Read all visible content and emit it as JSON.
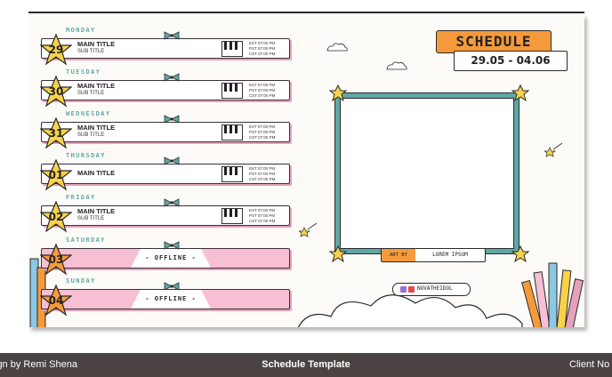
{
  "colors": {
    "teal": "#5fa8a6",
    "pink": "#f6bfd3",
    "orange": "#f59a3c",
    "star": "#f8d34a",
    "footer": "#4a4341"
  },
  "schedule": {
    "title": "SCHEDULE",
    "dates": "29.05 - 04.06"
  },
  "days": [
    {
      "label": "MONDAY",
      "num": "29",
      "main": "MAIN TITLE",
      "sub": "SUB TITLE",
      "times": [
        "EST 07:00 PM",
        "PST 07:00 PM",
        "CST 07:00 PM"
      ]
    },
    {
      "label": "TUESDAY",
      "num": "30",
      "main": "MAIN TITLE",
      "sub": "SUB TITLE",
      "times": [
        "EST 07:00 PM",
        "PST 07:00 PM",
        "CST 07:00 PM"
      ]
    },
    {
      "label": "WEDNESDAY",
      "num": "31",
      "main": "MAIN TITLE",
      "sub": "SUB TITLE",
      "times": [
        "EST 07:00 PM",
        "PST 07:00 PM",
        "CST 07:00 PM"
      ]
    },
    {
      "label": "THURSDAY",
      "num": "01",
      "main": "MAIN TITLE",
      "sub": "",
      "times": [
        "EST 07:00 PM",
        "PST 07:00 PM",
        "CST 07:00 PM"
      ]
    },
    {
      "label": "FRIDAY",
      "num": "02",
      "main": "MAIN TITLE",
      "sub": "SUB TITLE",
      "times": [
        "EST 07:00 PM",
        "PST 07:00 PM",
        "CST 07:00 PM"
      ]
    },
    {
      "label": "SATURDAY",
      "num": "03",
      "offline": "- OFFLINE -"
    },
    {
      "label": "SUNDAY",
      "num": "04",
      "offline": "- OFFLINE -"
    }
  ],
  "art": {
    "label": "ART BY",
    "name": "LOREM IPSUM"
  },
  "social": {
    "handle": "NOVATHEIDOL",
    "icons": [
      "twitch-icon",
      "youtube-icon"
    ]
  },
  "footer": {
    "left": "ign by Remi Shena",
    "center": "Schedule Template",
    "right": "Client No"
  }
}
